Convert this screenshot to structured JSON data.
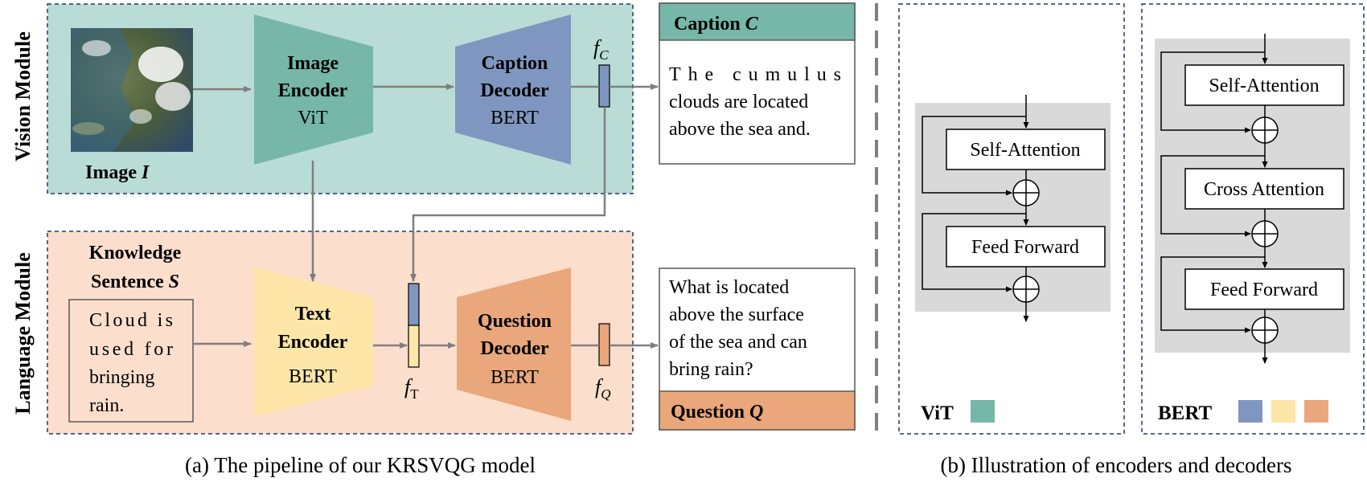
{
  "colors": {
    "vision_bg": "#b9ddd6",
    "language_bg": "#fbdfcc",
    "vit": "#76b7a9",
    "bert_blue": "#7f97c0",
    "bert_yellow": "#fde6a7",
    "bert_orange": "#e9a77b",
    "block_bg": "#d9d9d9",
    "arrow": "#7f7f7f"
  },
  "left": {
    "vision_module_label": "Vision Module",
    "language_module_label": "Language Module",
    "image_label": "Image",
    "image_symbol": "I",
    "image_encoder": {
      "line1": "Image",
      "line2": "Encoder",
      "sub": "ViT"
    },
    "caption_decoder": {
      "line1": "Caption",
      "line2": "Decoder",
      "sub": "BERT"
    },
    "f_c": {
      "base": "f",
      "sub": "C"
    },
    "caption_box": {
      "header": "Caption",
      "symbol": "C",
      "lines": [
        "The cumulus",
        "clouds are located",
        "above the sea and."
      ]
    },
    "knowledge": {
      "line1": "Knowledge",
      "line2": "Sentence",
      "symbol": "S"
    },
    "knowledge_text": [
      "Cloud is",
      "used for",
      "bringing",
      "rain."
    ],
    "text_encoder": {
      "line1": "Text",
      "line2": "Encoder",
      "sub": "BERT"
    },
    "f_t": {
      "base": "f",
      "sub": "T"
    },
    "question_decoder": {
      "line1": "Question",
      "line2": "Decoder",
      "sub": "BERT"
    },
    "f_q": {
      "base": "f",
      "sub": "Q"
    },
    "question_box": {
      "lines": [
        "What is located",
        "above the surface",
        "of the sea and can",
        "bring rain?"
      ],
      "footer": "Question",
      "symbol": "Q"
    },
    "caption_text": "(a) The pipeline of our KRSVQG model"
  },
  "right": {
    "vit_block": {
      "self_attention": "Self-Attention",
      "feed_forward": "Feed Forward",
      "legend": "ViT"
    },
    "bert_block": {
      "self_attention": "Self-Attention",
      "cross_attention": "Cross Attention",
      "feed_forward": "Feed Forward",
      "legend": "BERT"
    },
    "caption_text": "(b) Illustration of encoders and decoders"
  }
}
